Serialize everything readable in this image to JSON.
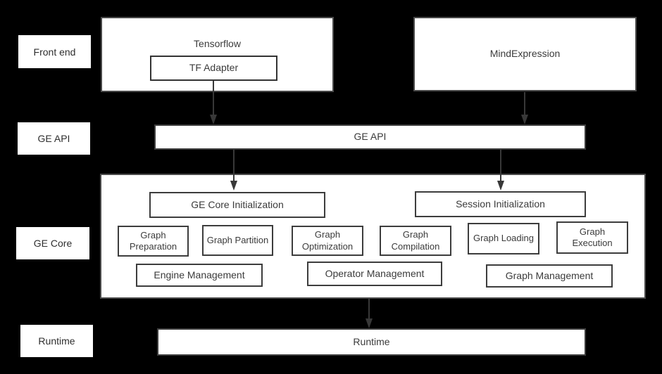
{
  "diagram_title": "GE architecture diagram",
  "colors": {
    "background": "#000000",
    "box_fill": "#ffffff",
    "border": "#3d3d3d",
    "text": "#3b3b3b",
    "arrow": "#383838"
  },
  "row_labels": {
    "front_end": "Front end",
    "ge_api": "GE API",
    "ge_core": "GE Core",
    "runtime": "Runtime"
  },
  "front_end": {
    "tensorflow_title": "Tensorflow",
    "tf_adapter": "TF Adapter",
    "mindexpression": "MindExpression"
  },
  "ge_api_bar_label": "GE API",
  "ge_core": {
    "ge_core_initialization": "GE Core Initialization",
    "session_initialization": "Session Initialization",
    "stages": [
      "Graph Preparation",
      "Graph Partition",
      "Graph Optimization",
      "Graph Compilation",
      "Graph Loading",
      "Graph Execution"
    ],
    "management": [
      "Engine Management",
      "Operator Management",
      "Graph Management"
    ]
  },
  "runtime_bar_label": "Runtime"
}
